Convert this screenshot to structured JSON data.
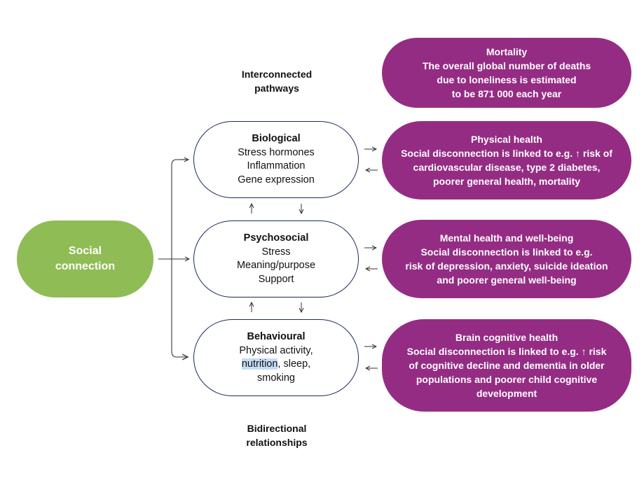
{
  "headings": {
    "top": [
      "Interconnected",
      "pathways"
    ],
    "bottom": [
      "Bidirectional",
      "relationships"
    ]
  },
  "source": {
    "lines": [
      "Social",
      "connection"
    ],
    "color": "#8fbc55"
  },
  "pathways": [
    {
      "title": "Biological",
      "items": [
        "Stress hormones",
        "Inflammation",
        "Gene expression"
      ]
    },
    {
      "title": "Psychosocial",
      "items": [
        "Stress",
        "Meaning/purpose",
        "Support"
      ]
    },
    {
      "title": "Behavioural",
      "items_before": "Physical activity,",
      "highlighted": "nutrition",
      "after_highlight": ", sleep,",
      "last": "smoking"
    }
  ],
  "outcomes": [
    {
      "title": "Mortality",
      "lines": [
        "The overall global number of deaths",
        "due to loneliness is estimated",
        "to be 871 000 each year"
      ]
    },
    {
      "title": "Physical health",
      "lines": [
        "Social disconnection is linked to e.g. ↑ risk of",
        "cardiovascular disease, type 2 diabetes,",
        "poorer general health, mortality"
      ]
    },
    {
      "title": "Mental health and well-being",
      "lines": [
        "Social disconnection is linked to e.g.",
        "risk of depression, anxiety, suicide ideation",
        "and poorer general well-being"
      ]
    },
    {
      "title": "Brain cognitive health",
      "lines": [
        "Social disconnection is linked to e.g. ↑ risk",
        "of cognitive decline and dementia in older",
        "populations and poorer child cognitive",
        "development"
      ]
    }
  ],
  "colors": {
    "outcome": "#952c84",
    "pathway_border": "#1c2a5a",
    "highlight": "#c5dcf5"
  }
}
